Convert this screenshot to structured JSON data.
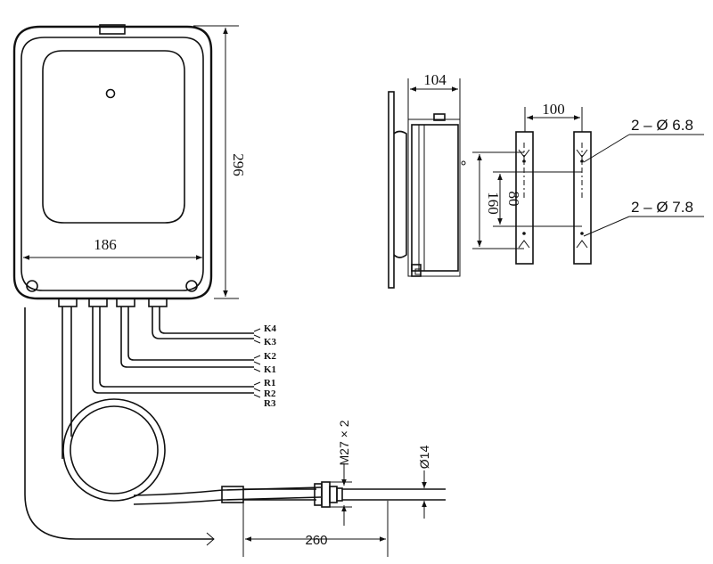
{
  "dimensions": {
    "width_186": "186",
    "height_296": "296",
    "depth_104": "104",
    "spacing_100": "100",
    "spacing_80": "80",
    "spacing_160": "160",
    "length_260": "260",
    "thread": "M27 × 2",
    "diameter": "Ø14"
  },
  "holes": {
    "small": "2 – Ø 6.8",
    "large": "2 – Ø 7.8"
  },
  "terminals": [
    "K4",
    "K3",
    "K2",
    "K1",
    "R1",
    "R2",
    "R3"
  ]
}
